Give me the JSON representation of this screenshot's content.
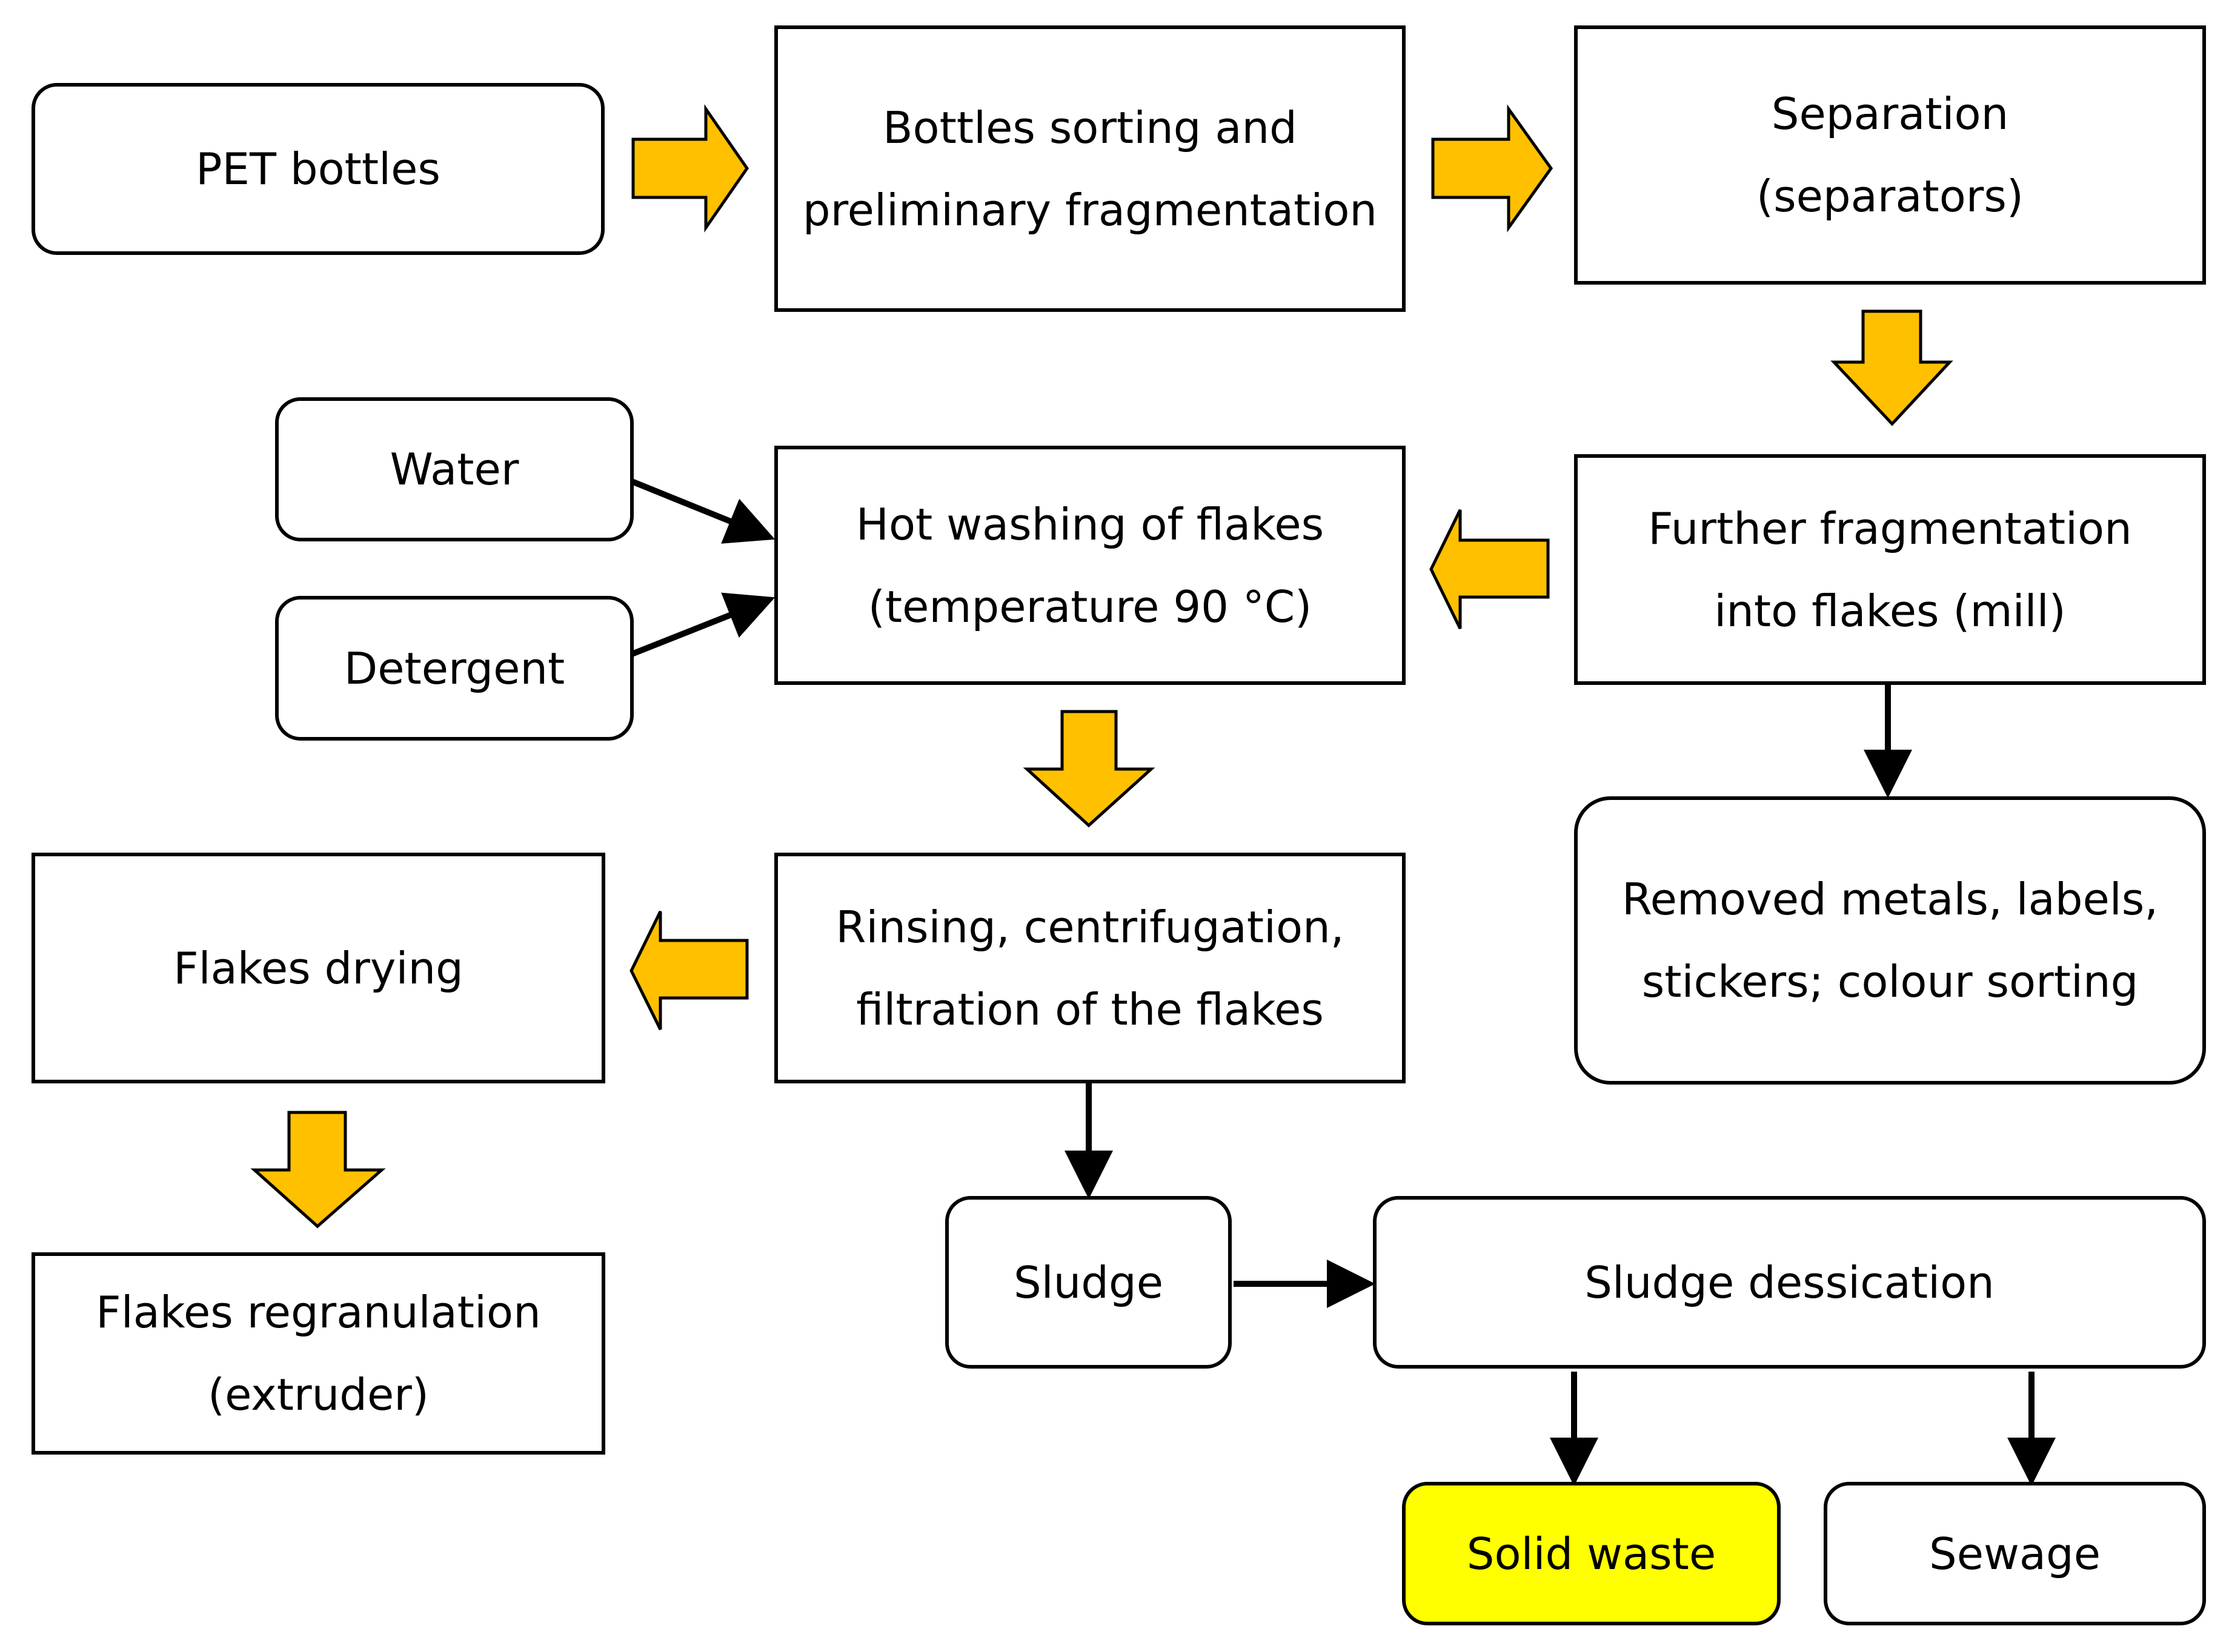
{
  "nodes": {
    "pet_bottles": "PET bottles",
    "sorting": {
      "line1": "Bottles sorting and",
      "line2": "preliminary fragmentation"
    },
    "separation": {
      "line1": "Separation",
      "line2": "(separators)"
    },
    "water": "Water",
    "detergent": "Detergent",
    "hot_washing": {
      "line1": "Hot washing of flakes",
      "line2": "(temperature 90 °C)"
    },
    "further_fragmentation": {
      "line1": "Further fragmentation",
      "line2": "into flakes (mill)"
    },
    "removed": {
      "line1": "Removed metals, labels,",
      "line2": "stickers; colour sorting"
    },
    "flakes_drying": "Flakes drying",
    "rinsing": {
      "line1": "Rinsing, centrifugation,",
      "line2": "filtration of the flakes"
    },
    "regranulation": {
      "line1": "Flakes regranulation",
      "line2": "(extruder)"
    },
    "sludge": "Sludge",
    "sludge_dessication": "Sludge dessication",
    "solid_waste": "Solid waste",
    "sewage": "Sewage"
  },
  "colors": {
    "block_arrow_fill": "#ffc000",
    "highlight_fill": "#ffff00",
    "stroke": "#000000"
  }
}
